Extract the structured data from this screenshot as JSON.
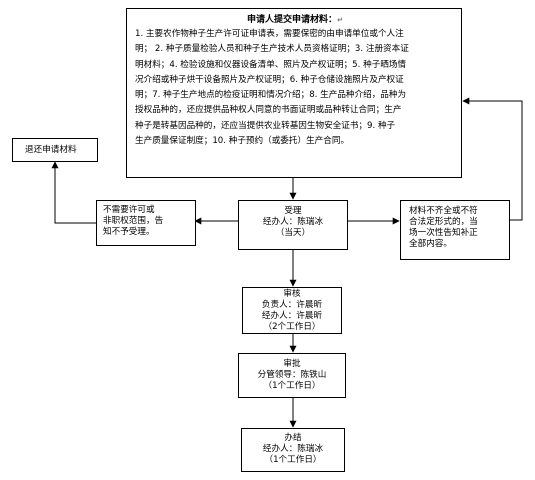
{
  "materials": {
    "title": "申请人提交申请材料：",
    "lines": [
      "1. 主要农作物种子生产许可证申请表，需要保密的由申请单位或个人注",
      "明； 2. 种子质量检验人员和种子生产技术人员资格证明；3. 注册资本证",
      "明材料；4. 检验设施和仪器设备清单、照片及产权证明；5. 种子晒场情",
      "况介绍或种子烘干设备照片及产权证明；6. 种子仓储设施照片及产权证",
      "明；7. 种子生产地点的检疫证明和情况介绍；8. 生产品种介绍，品种为",
      "授权品种的，还应提供品种权人同意的书面证明或品种转让合同；生产",
      "种子是转基因品种的，还应当提供农业转基因生物安全证书；9. 种子",
      "生产质量保证制度；10. 种子预约（或委托）生产合同。"
    ]
  },
  "accept": {
    "lines": [
      "受理",
      "经办人：陈瑞冰",
      "（当天）"
    ]
  },
  "return_materials": {
    "lines": [
      "退还申请材料"
    ]
  },
  "not_required": {
    "lines": [
      "不需要许可或",
      "非职权范围，告",
      "知不予受理。"
    ]
  },
  "incomplete": {
    "lines": [
      "材料不齐全或不符",
      "合法定形式的，当",
      "场一次性告知补正",
      "全部内容。"
    ]
  },
  "review": {
    "lines": [
      "审核",
      "负责人：许晨昕",
      "经办人：许晨昕",
      "（2个工作日）"
    ]
  },
  "approve": {
    "lines": [
      "审批",
      "分管领导：陈铁山",
      "（1个工作日）"
    ]
  },
  "finish": {
    "lines": [
      "办结",
      "经办人：陈瑞冰",
      "（1个工作日）"
    ]
  }
}
